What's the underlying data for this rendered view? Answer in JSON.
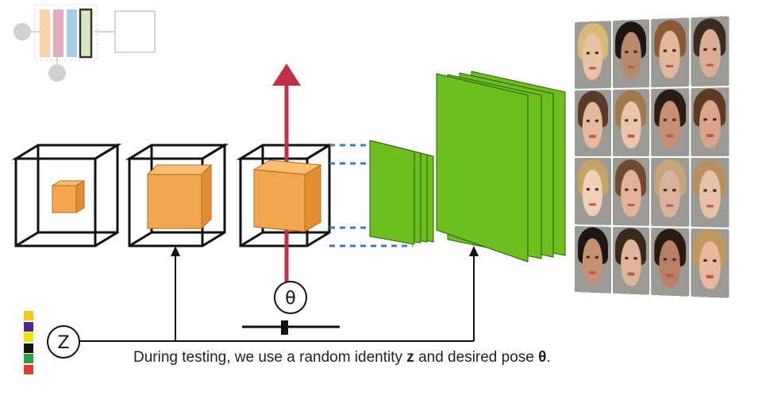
{
  "caption": {
    "prefix": "During testing, we use a random identity ",
    "z": "z",
    "middle": " and desired pose ",
    "theta": "θ",
    "suffix": "."
  },
  "nodes": {
    "identity_label": "Z",
    "pose_label": "θ"
  },
  "colors": {
    "cube": "#f3a64e",
    "cube_top": "#f7bd72",
    "cube_side": "#e08d34",
    "feature_green": "#6cbf1f",
    "arrow_red": "#c0304b",
    "dashed_blue": "#3a7bbf",
    "swatches": [
      "#f5c518",
      "#4b2a8f",
      "#f2e600",
      "#111111",
      "#2e9e44",
      "#e53b2c"
    ]
  },
  "thumbnail": {
    "bar_colors": [
      "#f5d09b",
      "#dca0b4",
      "#98c6e4",
      "#cfe7b2"
    ]
  },
  "faces": {
    "skin_tones": [
      "#e9c2a4",
      "#b98a6a",
      "#e2b79a",
      "#dcae93",
      "#e6b99c",
      "#e9c6ab",
      "#c98f72",
      "#d9a68a",
      "#efd0b6",
      "#e2b497",
      "#dab39a",
      "#e8c2a6",
      "#c49171",
      "#e0b59a",
      "#b97f63",
      "#e6b99d"
    ],
    "hair_tones": [
      "#d8b877",
      "#1c1612",
      "#8a5a36",
      "#3b2a20",
      "#5a3a28",
      "#a07a4c",
      "#2a1c16",
      "#5c3a24",
      "#c9a26a",
      "#6e4a2e",
      "#c7a57b",
      "#b89060",
      "#1e1612",
      "#3a2818",
      "#2a1a12",
      "#c2975c"
    ]
  }
}
